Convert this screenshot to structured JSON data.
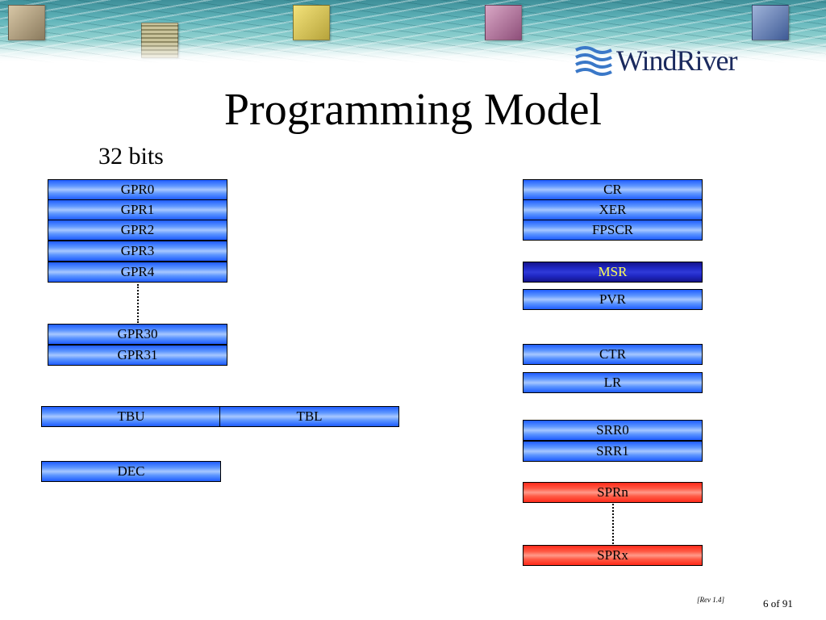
{
  "logo": {
    "text": "WindRiver"
  },
  "title": "Programming Model",
  "subtitle": "32 bits",
  "registers": {
    "gpr": [
      "GPR0",
      "GPR1",
      "GPR2",
      "GPR3",
      "GPR4"
    ],
    "gpr_high": [
      "GPR30",
      "GPR31"
    ],
    "tbu": "TBU",
    "tbl": "TBL",
    "dec": "DEC",
    "cr": "CR",
    "xer": "XER",
    "fpscr": "FPSCR",
    "msr": "MSR",
    "pvr": "PVR",
    "ctr": "CTR",
    "lr": "LR",
    "srr0": "SRR0",
    "srr1": "SRR1",
    "sprn": "SPRn",
    "sprx": "SPRx"
  },
  "colors": {
    "register_blue": "#5c95ff",
    "msr_navy": "#1f27c4",
    "msr_text": "#ffff55",
    "spr_red": "#ff5a45"
  },
  "footer": {
    "revision": "[Rev 1.4]",
    "page": "6 of 91"
  }
}
